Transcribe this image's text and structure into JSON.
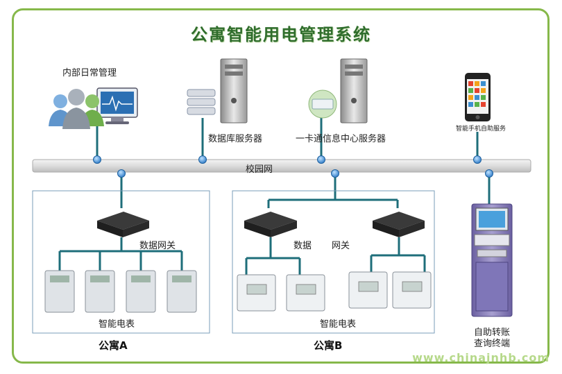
{
  "title": "公寓智能用电管理系统",
  "labels": {
    "internal_mgmt": "内部日常管理",
    "db_server": "数据库服务器",
    "card_server": "一卡通信息中心服务器",
    "mobile_service": "智能手机自助服务",
    "campus_net": "校园网",
    "gateway_a": "数据网关",
    "gateway_b_1": "数据",
    "gateway_b_2": "网关",
    "meters_a": "智能电表",
    "meters_b": "智能电表",
    "apartment_a": "公寓A",
    "apartment_b": "公寓B",
    "kiosk_1": "自助转账",
    "kiosk_2": "查询终端"
  },
  "watermark": "www.chinajnhb.com",
  "colors": {
    "frame": "#86b84a",
    "title": "#2f6d2c",
    "line": "#1e6e7a",
    "node": "#3a8fd6",
    "box_border": "#7a9cb8"
  }
}
